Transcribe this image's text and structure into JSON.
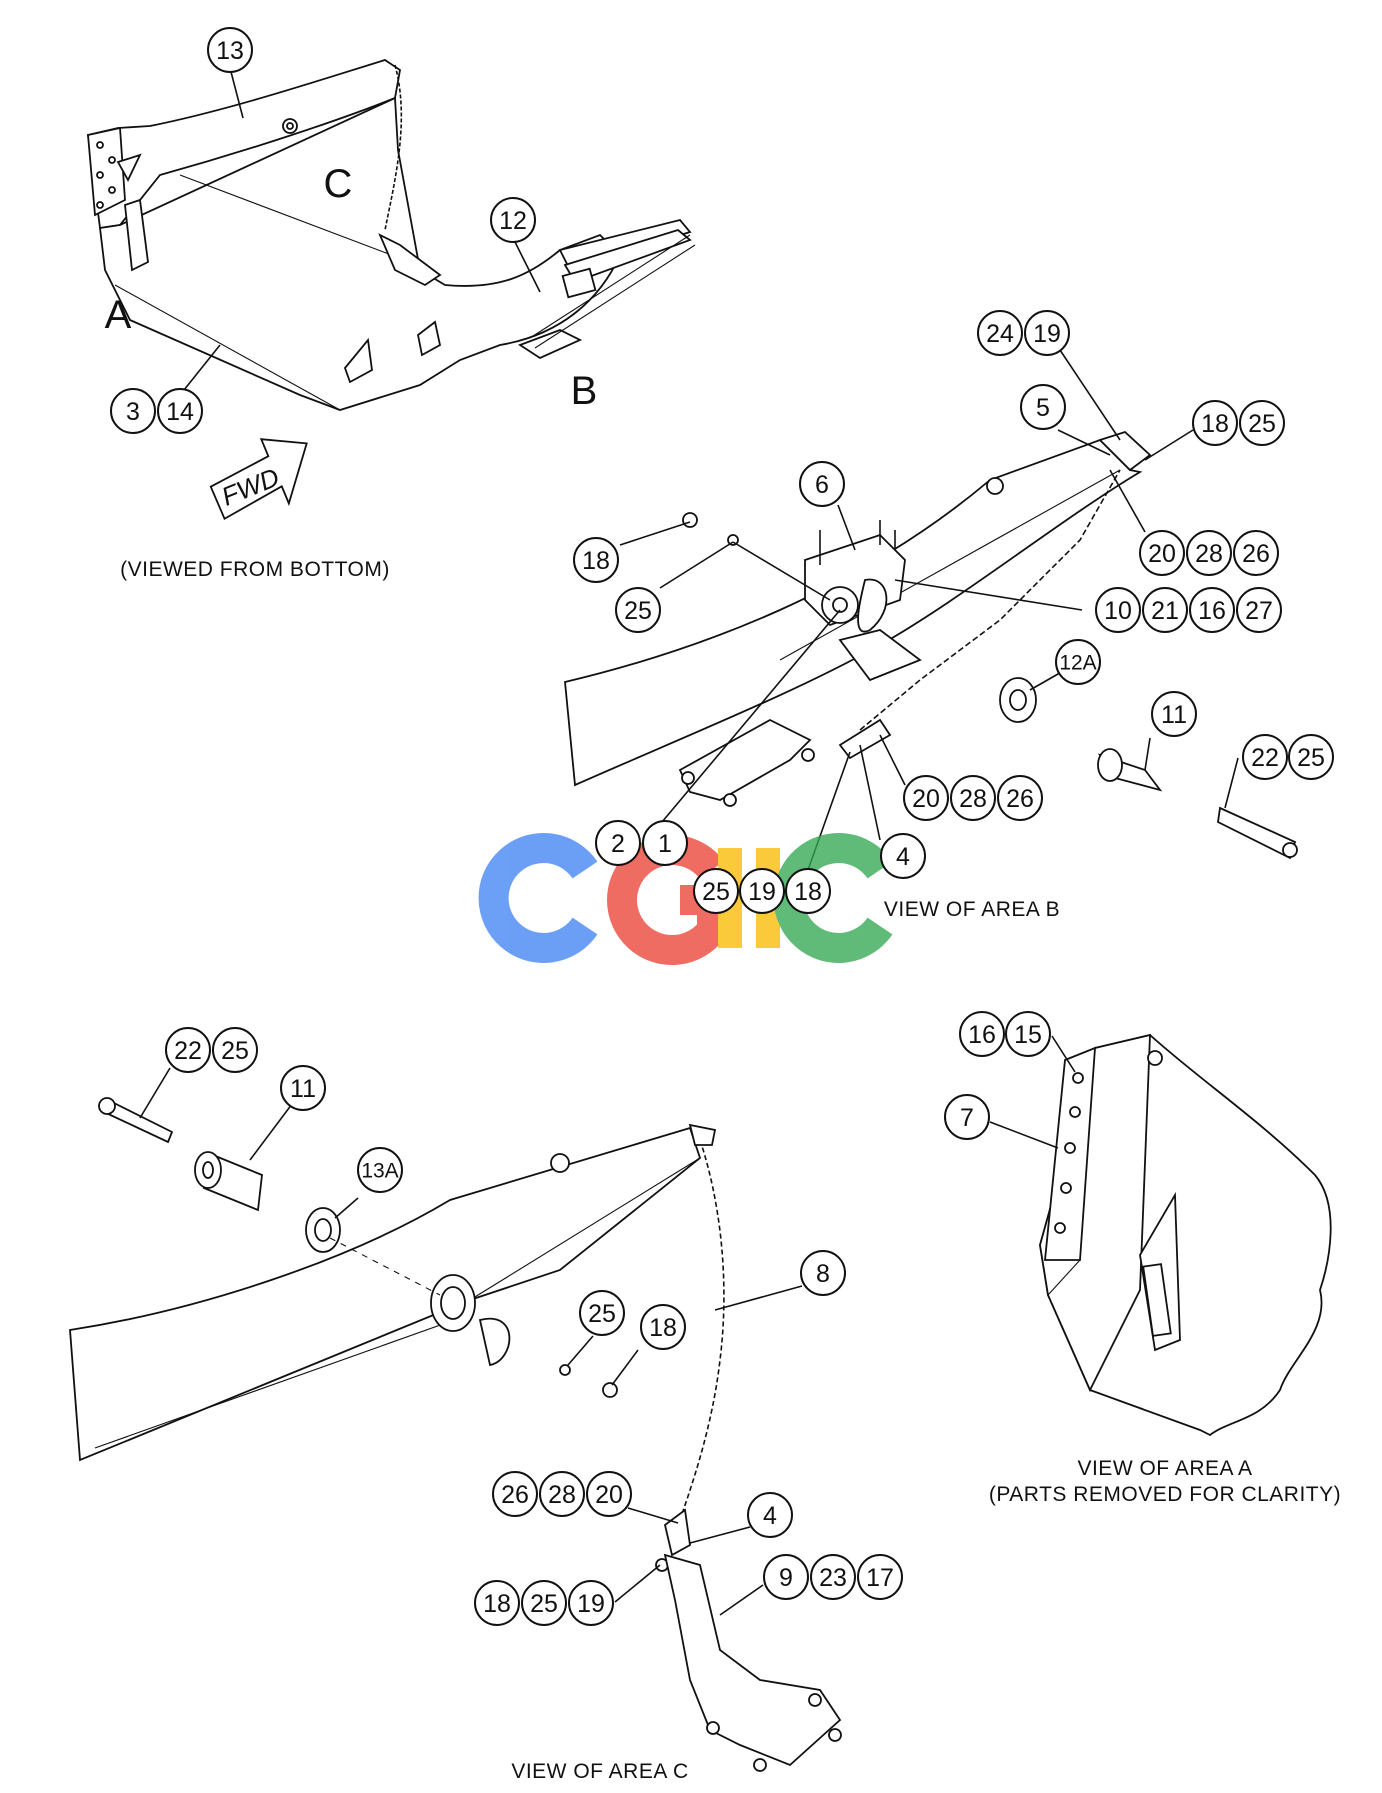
{
  "captions": {
    "viewed_from_bottom": "(VIEWED FROM BOTTOM)",
    "view_area_b": "VIEW OF AREA B",
    "view_area_a_line1": "VIEW OF AREA A",
    "view_area_a_line2": "(PARTS REMOVED FOR CLARITY)",
    "view_area_c": "VIEW OF AREA C"
  },
  "area_letters": {
    "a": "A",
    "b": "B",
    "c": "C"
  },
  "fwd_label": "FWD",
  "watermark": {
    "text": "CGHC",
    "colors": [
      "#4285F4",
      "#EA4335",
      "#FBBC05",
      "#34A853"
    ]
  },
  "callouts": {
    "overview": [
      "13",
      "12",
      "3",
      "14"
    ],
    "area_b": [
      "24",
      "19",
      "5",
      "18",
      "25",
      "6",
      "18",
      "25",
      "20",
      "28",
      "26",
      "10",
      "21",
      "16",
      "27",
      "12A",
      "11",
      "22",
      "25",
      "20",
      "28",
      "26",
      "2",
      "1",
      "4",
      "25",
      "19",
      "18"
    ],
    "area_c": [
      "22",
      "25",
      "11",
      "13A",
      "8",
      "25",
      "18",
      "26",
      "28",
      "20",
      "4",
      "9",
      "23",
      "17",
      "18",
      "25",
      "19"
    ],
    "area_a": [
      "16",
      "15",
      "7"
    ]
  }
}
